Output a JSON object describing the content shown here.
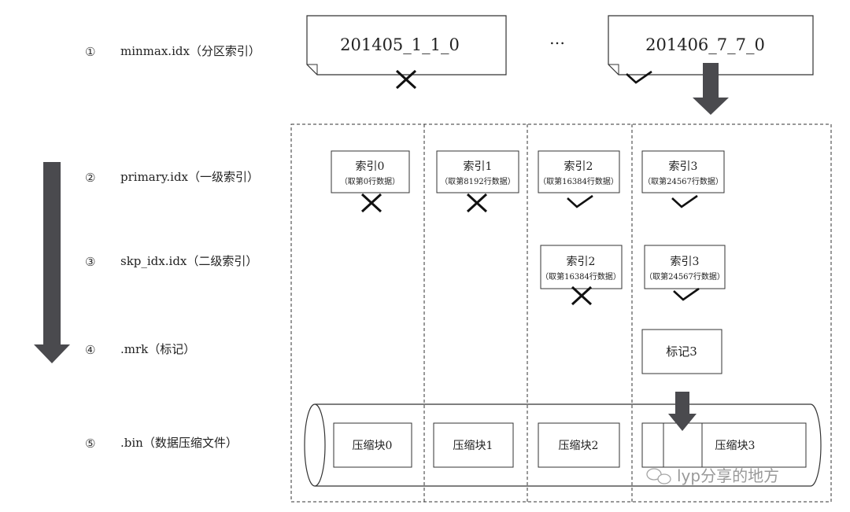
{
  "levels": [
    {
      "num": "①",
      "label": "minmax.idx（分区索引）"
    },
    {
      "num": "②",
      "label": "primary.idx（一级索引）"
    },
    {
      "num": "③",
      "label": "skp_idx.idx（二级索引）"
    },
    {
      "num": "④",
      "label": ".mrk（标记）"
    },
    {
      "num": "⑤",
      "label": ".bin（数据压缩文件）"
    }
  ],
  "partitions": {
    "left": {
      "label": "201405_1_1_0",
      "mark": "cross"
    },
    "ellipsis": "…",
    "right": {
      "label": "201406_7_7_0",
      "mark": "check"
    }
  },
  "primary_index": [
    {
      "title": "索引0",
      "sub": "（取第0行数据）",
      "mark": "cross"
    },
    {
      "title": "索引1",
      "sub": "（取第8192行数据）",
      "mark": "cross"
    },
    {
      "title": "索引2",
      "sub": "（取第16384行数据）",
      "mark": "check"
    },
    {
      "title": "索引3",
      "sub": "（取第24567行数据）",
      "mark": "check"
    }
  ],
  "skip_index": [
    {
      "title": "索引2",
      "sub": "（取第16384行数据）",
      "mark": "cross"
    },
    {
      "title": "索引3",
      "sub": "（取第24567行数据）",
      "mark": "check"
    }
  ],
  "mark_box": {
    "label": "标记3"
  },
  "blocks": [
    "压缩块0",
    "压缩块1",
    "压缩块2",
    "压缩块3"
  ],
  "watermark": "lyp分享的地方",
  "colors": {
    "arrow": "#4a4a4e",
    "line": "#333333"
  }
}
